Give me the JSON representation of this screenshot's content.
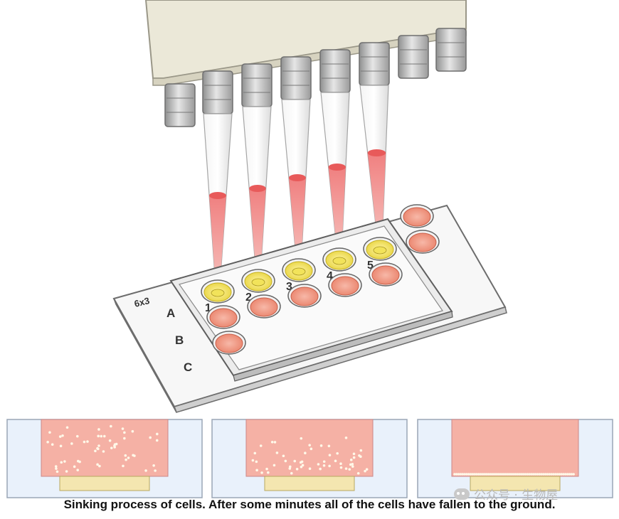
{
  "plate": {
    "label": "6x3",
    "rows": [
      "A",
      "B",
      "C"
    ],
    "columns": [
      "1",
      "2",
      "3",
      "4",
      "5"
    ]
  },
  "caption": "Sinking process of cells. After some minutes all of the cells have fallen to the ground.",
  "watermark": "公众号 · 生物屋",
  "colors": {
    "pipette_body": "#ebe8d8",
    "tip_liquid": "#e85a5a",
    "well_medium": "#f0a090",
    "well_loading": "#f2e35a",
    "chamber_medium": "#f5b1a5",
    "chamber_bg": "#e9f1fb",
    "cell_base": "#f4e6b0"
  }
}
